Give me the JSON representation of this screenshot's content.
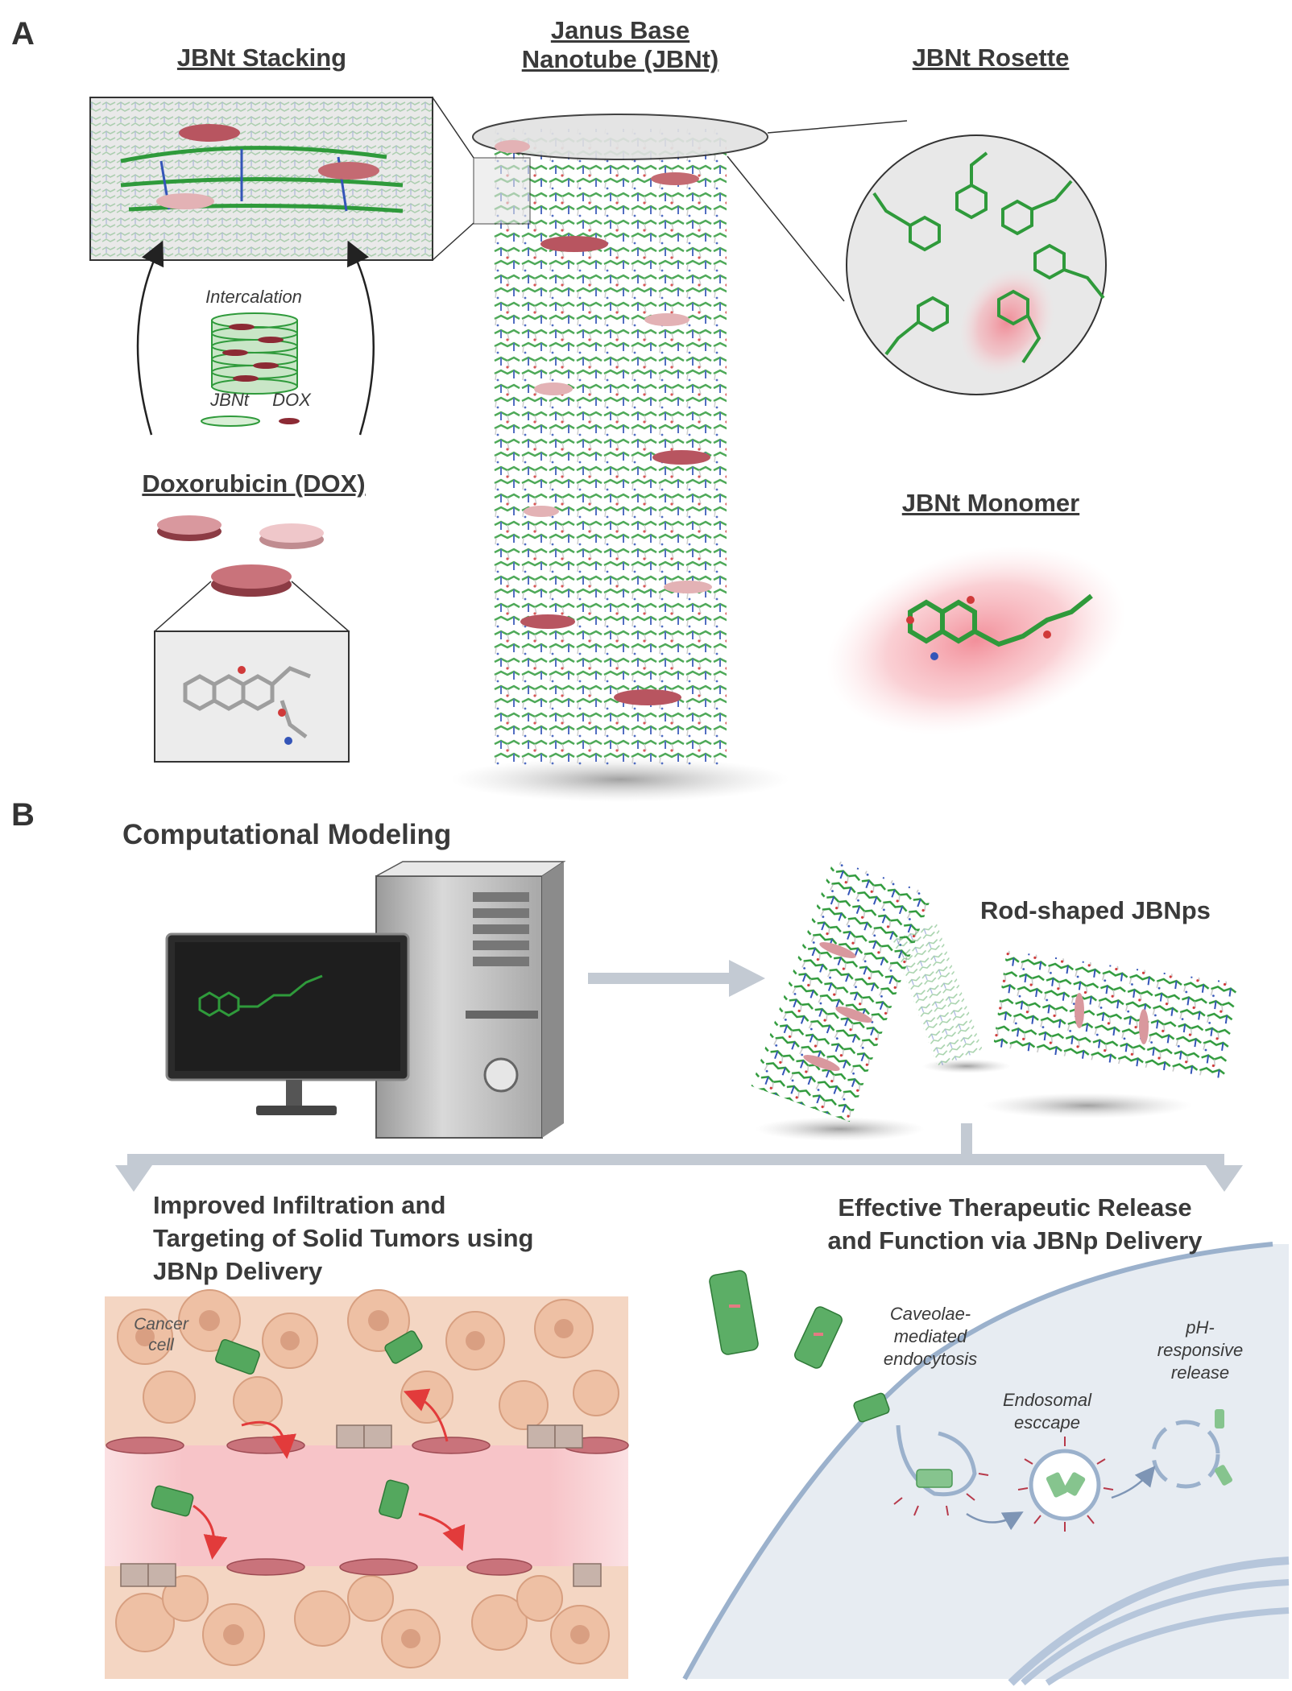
{
  "panel_a": {
    "letter": "A",
    "stacking_title": "JBNt Stacking",
    "nanotube_title_line1": "Janus Base",
    "nanotube_title_line2": "Nanotube (JBNt)",
    "rosette_title": "JBNt Rosette",
    "intercalation_label": "Intercalation",
    "legend_jbnt": "JBNt",
    "legend_dox": "DOX",
    "dox_title": "Doxorubicin (DOX)",
    "monomer_title": "JBNt Monomer"
  },
  "panel_b": {
    "letter": "B",
    "modeling_title": "Computational Modeling",
    "rod_title": "Rod-shaped JBNps",
    "left_heading_line1": "Improved Infiltration and",
    "left_heading_line2": "Targeting of Solid Tumors using",
    "left_heading_line3": "JBNp Delivery",
    "right_heading_line1": "Effective Therapeutic Release",
    "right_heading_line2": "and Function via JBNp Delivery",
    "cancer_cell_line1": "Cancer",
    "cancer_cell_line2": "cell",
    "caveolae_line1": "Caveolae-",
    "caveolae_line2": "mediated",
    "caveolae_line3": "endocytosis",
    "endosomal_line1": "Endosomal",
    "endosomal_line2": "esccape",
    "ph_line1": "pH-",
    "ph_line2": "responsive",
    "ph_line3": "release"
  },
  "colors": {
    "jbnt_green": "#2e9a3a",
    "dox_red": "#b85560",
    "text": "#333333",
    "tumor_tissue": "#f1c7ad",
    "vessel_pink": "#f7c9cc",
    "cell_membrane": "#9bb1cc",
    "arrow_gray": "#c3cad3"
  }
}
